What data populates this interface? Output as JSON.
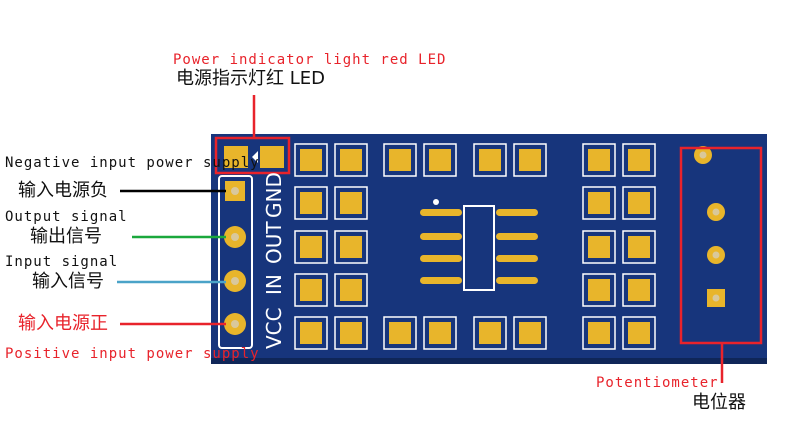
{
  "labels": {
    "power_led_en": "Power indicator light red LED",
    "power_led_cn": "电源指示灯红 LED",
    "neg_power_en": "Negative input power supply",
    "neg_power_cn": "输入电源负",
    "output_en": "Output signal",
    "output_cn": "输出信号",
    "input_en": "Input signal",
    "input_cn": "输入信号",
    "pos_power_cn": "输入电源正",
    "pos_power_en": "Positive input power supply",
    "pot_en": "Potentiometer",
    "pot_cn": "电位器"
  },
  "silkscreen": {
    "pin_labels": [
      "VCC",
      "IN",
      "OUT",
      "GND"
    ]
  },
  "colors": {
    "board": "#17357c",
    "pad": "#e8b52b",
    "silk": "#ffffff",
    "highlight": "#e8232b",
    "line_neg": "#000000",
    "line_output": "#1aa83c",
    "line_input": "#4aa3c8",
    "line_pos": "#e8232b"
  }
}
